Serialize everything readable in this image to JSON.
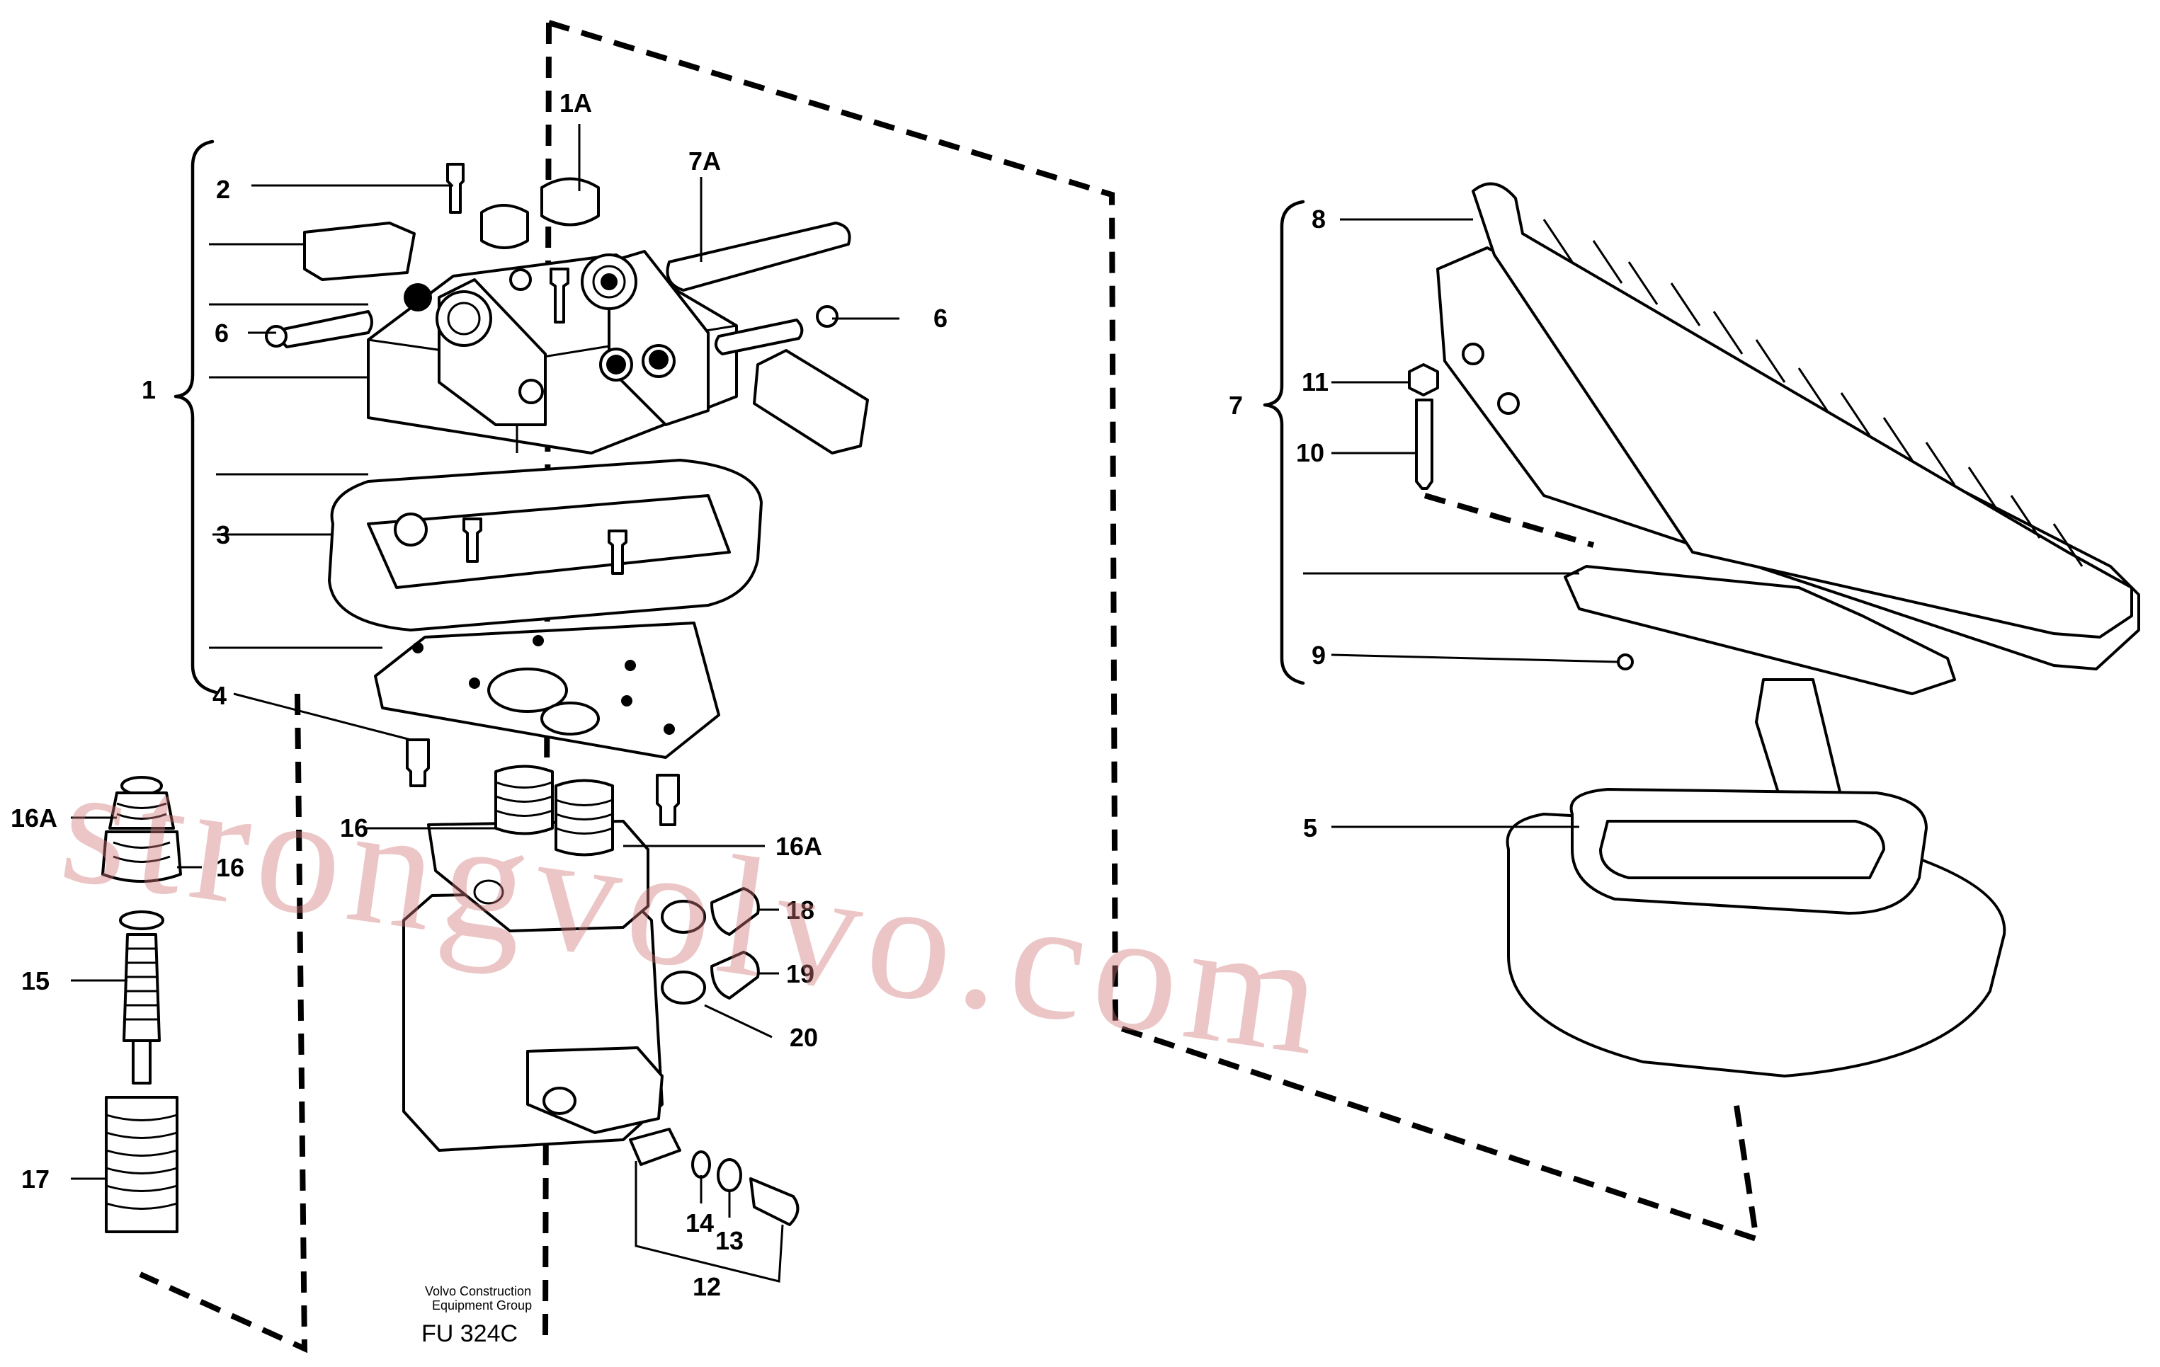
{
  "callouts": {
    "c1": "1",
    "c1A": "1A",
    "c2": "2",
    "c3": "3",
    "c4": "4",
    "c5": "5",
    "c6_left": "6",
    "c6_right": "6",
    "c7": "7",
    "c7A": "7A",
    "c8": "8",
    "c9": "9",
    "c10": "10",
    "c11": "11",
    "c12": "12",
    "c13": "13",
    "c14": "14",
    "c15": "15",
    "c16_left": "16",
    "c16_mid": "16",
    "c16A_left": "16A",
    "c16A_mid": "16A",
    "c17": "17",
    "c18": "18",
    "c19": "19",
    "c20": "20"
  },
  "footer": {
    "line1": "Volvo Construction",
    "line2": "Equipment Group",
    "code": "FU 324C"
  },
  "watermark": "strongvolvo.com"
}
